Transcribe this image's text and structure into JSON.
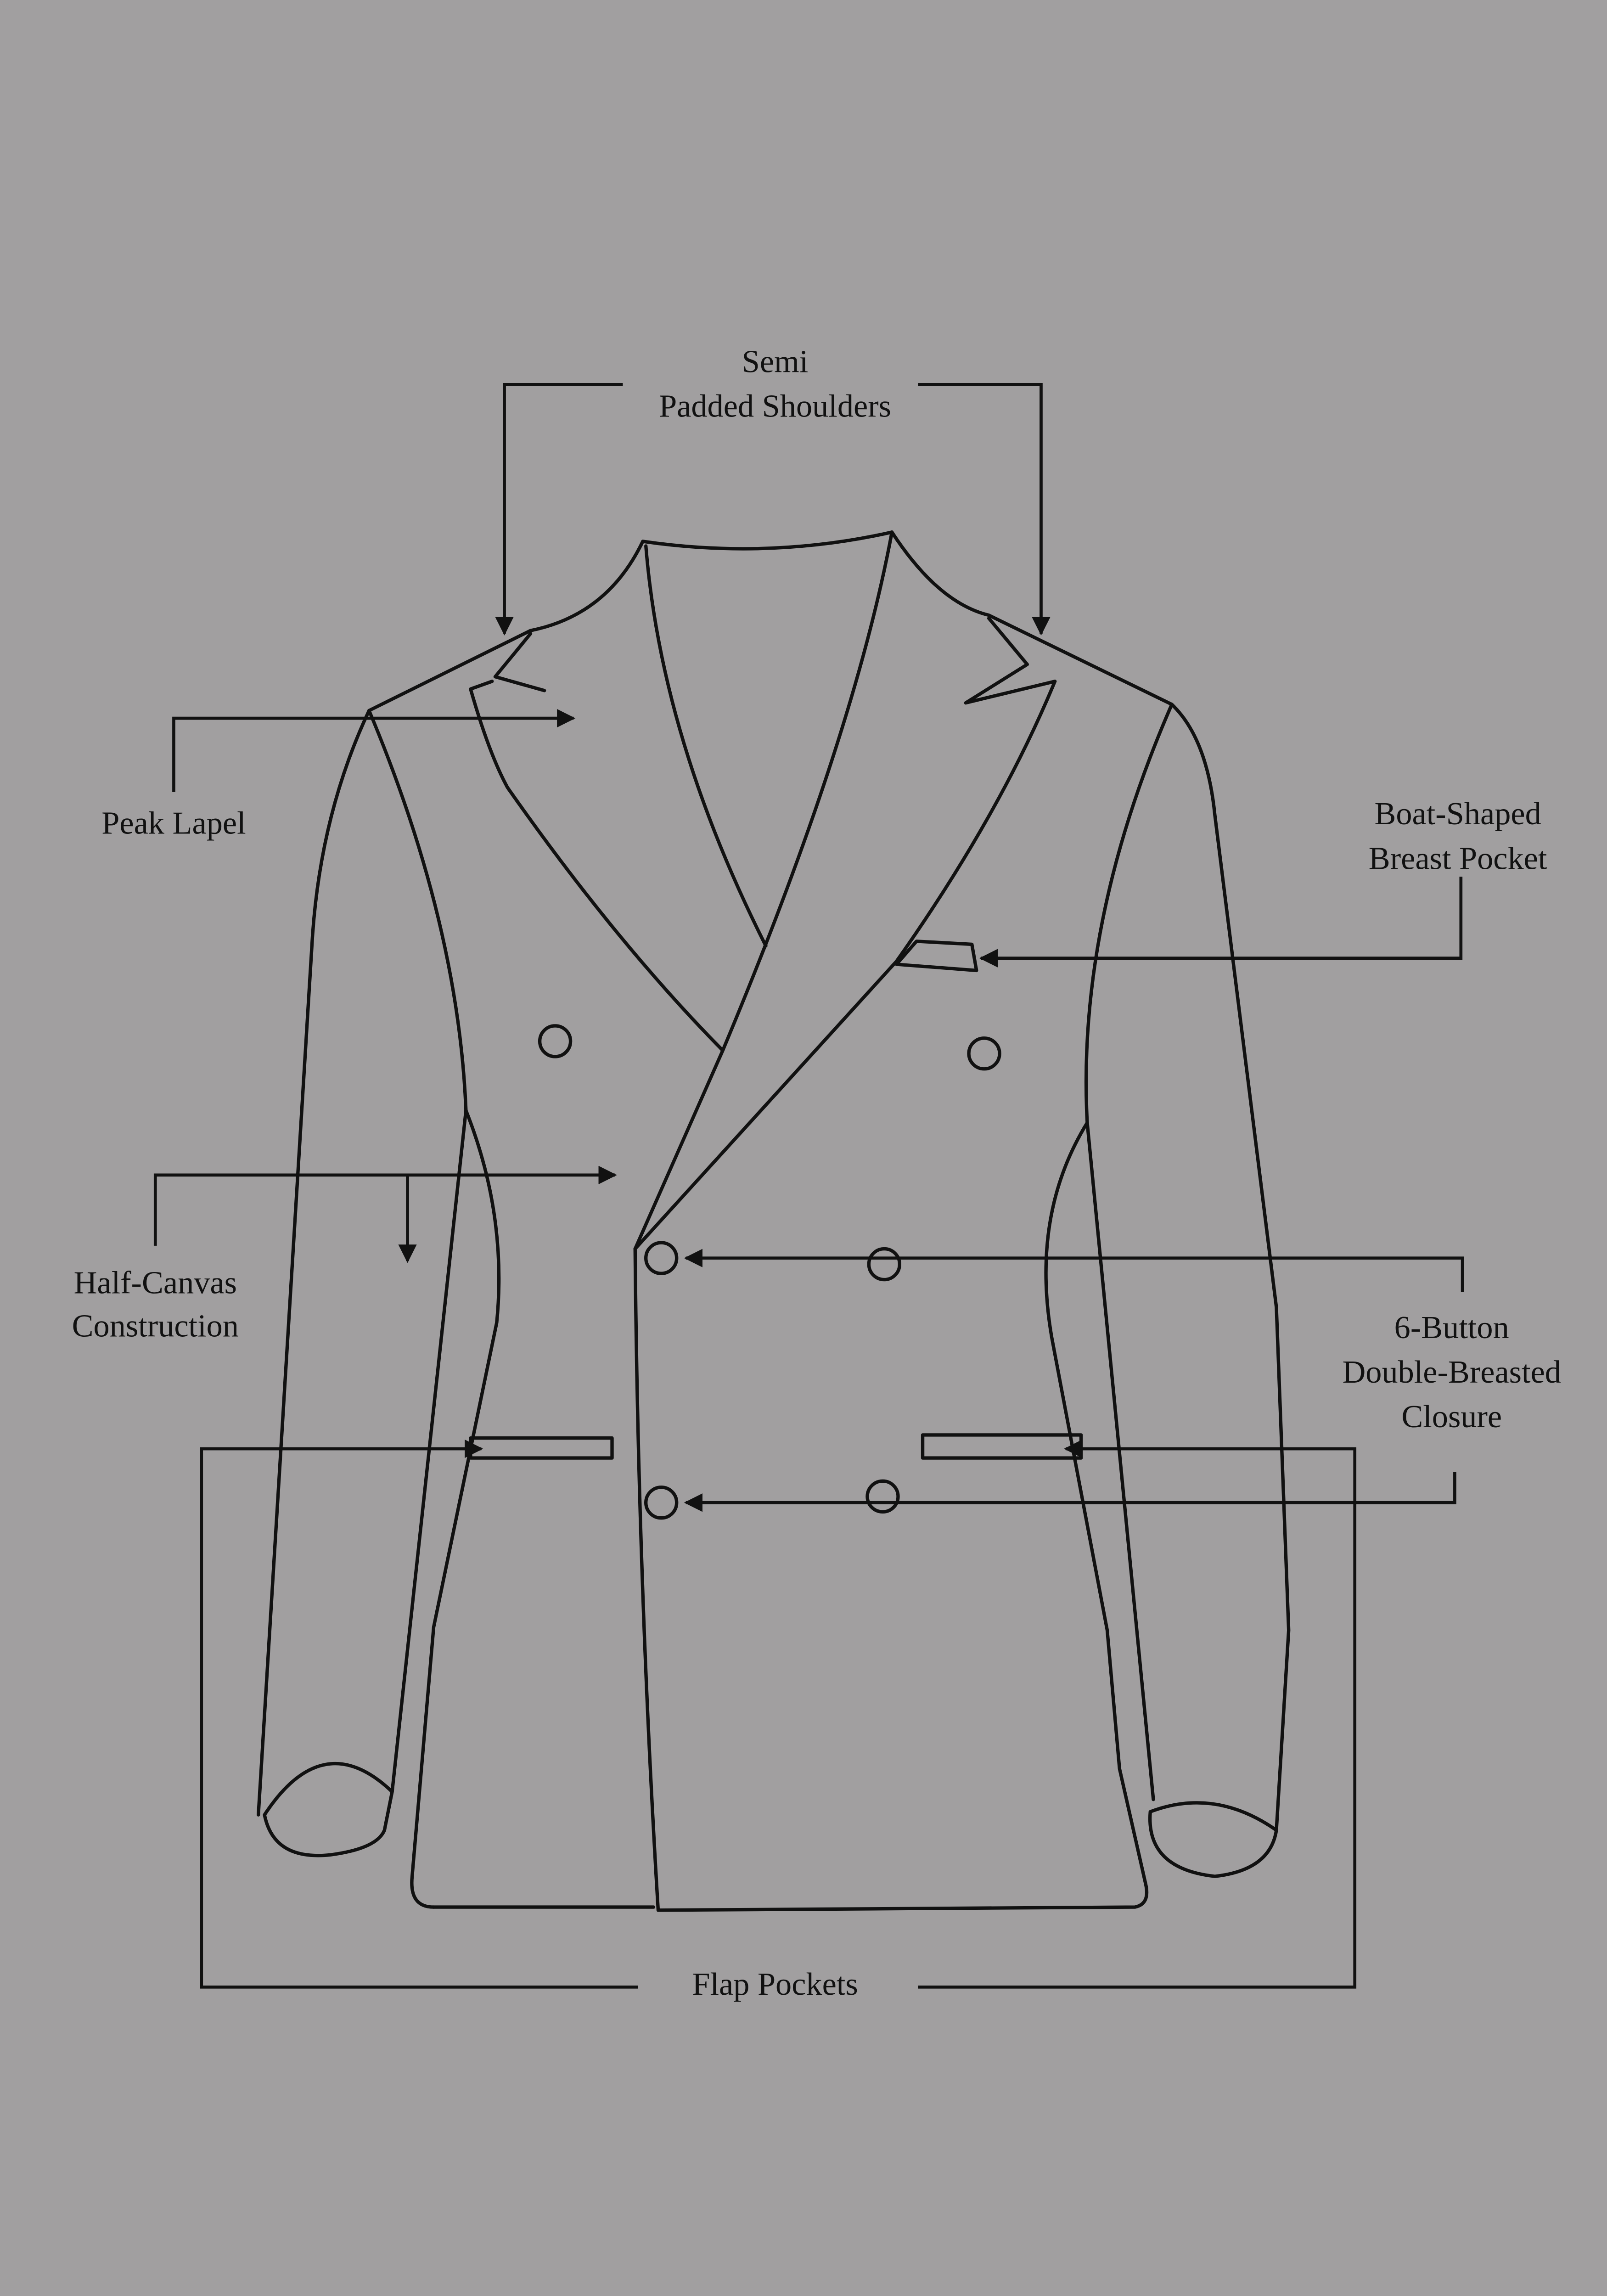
{
  "background_color": "#a19fa0",
  "line_color": "#111111",
  "labels": {
    "shoulders": {
      "line1": "Semi",
      "line2": "Padded Shoulders"
    },
    "lapel": {
      "line1": "Peak Lapel"
    },
    "breast_pocket": {
      "line1": "Boat-Shaped",
      "line2": "Breast Pocket"
    },
    "canvas": {
      "line1": "Half-Canvas",
      "line2": "Construction"
    },
    "closure": {
      "line1": "6-Button",
      "line2": "Double-Breasted",
      "line3": "Closure"
    },
    "flap_pockets": {
      "line1": "Flap Pockets"
    }
  }
}
